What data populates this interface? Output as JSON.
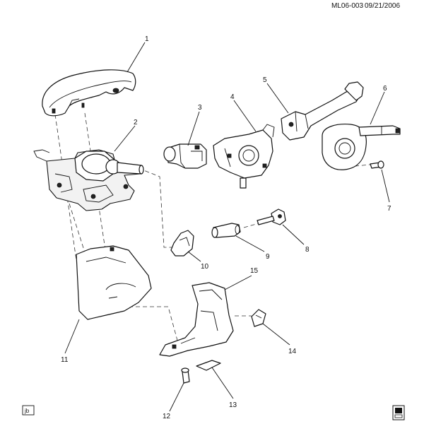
{
  "header": {
    "code": "ML06-003",
    "date": "09/21/2006"
  },
  "footer": {
    "tag": "jb"
  },
  "callouts": [
    "1",
    "2",
    "3",
    "4",
    "5",
    "6",
    "7",
    "8",
    "9",
    "10",
    "11",
    "12",
    "13",
    "14",
    "15"
  ]
}
